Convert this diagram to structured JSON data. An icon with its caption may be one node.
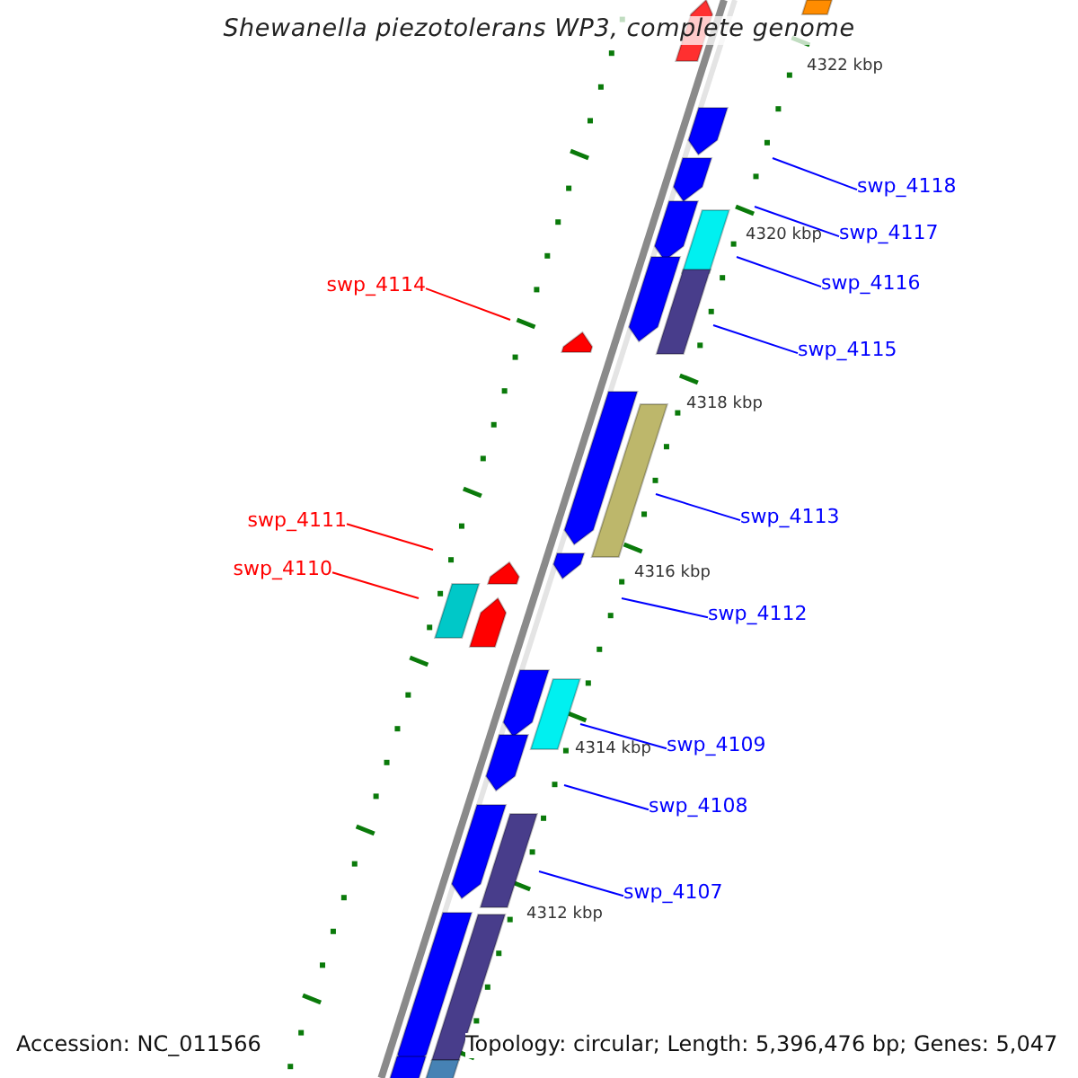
{
  "diagram": {
    "title": "Shewanella piezotolerans WP3, complete genome",
    "nodes": [
      {
        "text": [
          "swp_4118"
        ]
      },
      {
        "text": [
          "swp_4117"
        ]
      },
      {
        "text": [
          "swp_4116"
        ]
      },
      {
        "text": [
          "swp_4114"
        ]
      },
      {
        "text": [
          "swp_4115"
        ]
      },
      {
        "text": [
          "swp_4113"
        ]
      },
      {
        "text": [
          "swp_4111"
        ]
      },
      {
        "text": [
          "swp_4110"
        ]
      },
      {
        "text": [
          "swp_4112"
        ]
      },
      {
        "text": [
          "swp_4109"
        ]
      },
      {
        "text": [
          "swp_4108"
        ]
      },
      {
        "text": [
          "swp_4107"
        ]
      }
    ],
    "edges": [
      {
        "from": 0,
        "to": null,
        "arrow": "none"
      },
      {
        "from": 1,
        "to": null,
        "arrow": "none"
      },
      {
        "from": 2,
        "to": null,
        "arrow": "none"
      },
      {
        "from": 3,
        "to": null,
        "arrow": "none",
        "color": "#ff0000"
      },
      {
        "from": 4,
        "to": null,
        "arrow": "none"
      },
      {
        "from": 5,
        "to": null,
        "arrow": "none"
      },
      {
        "from": 6,
        "to": null,
        "arrow": "none",
        "color": "#ff0000"
      },
      {
        "from": 7,
        "to": null,
        "arrow": "none",
        "color": "#ff0000"
      },
      {
        "from": 8,
        "to": null,
        "arrow": "none"
      },
      {
        "from": 9,
        "to": null,
        "arrow": "none"
      },
      {
        "from": 10,
        "to": null,
        "arrow": "none"
      },
      {
        "from": 11,
        "to": null,
        "arrow": "none"
      }
    ],
    "labels": [
      "4322 kbp",
      "4320 kbp",
      "4318 kbp",
      "4316 kbp",
      "4314 kbp",
      "4312 kbp",
      "Accession: NC_011566",
      "Topology: circular; Length: 5,396,476 bp; Genes: 5,047"
    ]
  }
}
